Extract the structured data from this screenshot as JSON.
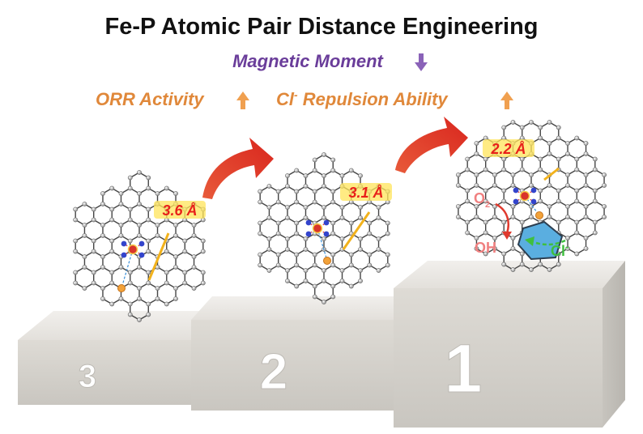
{
  "title": "Fe-P Atomic Pair Distance Engineering",
  "magnetic_moment": {
    "label": "Magnetic Moment",
    "trend": "down",
    "color": "#6a3d9a"
  },
  "orr_activity": {
    "label": "ORR Activity",
    "trend": "up",
    "color": "#e0883a"
  },
  "cl_repulsion": {
    "label_prefix": "Cl",
    "label_sup": "-",
    "label_rest": " Repulsion Ability",
    "trend": "up",
    "color": "#e0883a"
  },
  "podium": [
    {
      "rank": "3",
      "distance": "3.6 Å"
    },
    {
      "rank": "2",
      "distance": "3.1 Å"
    },
    {
      "rank": "1",
      "distance": "2.2 Å"
    }
  ],
  "first_place": {
    "o2_main": "O",
    "o2_sub": "2",
    "oh": "OH",
    "cl_main": "Cl",
    "cl_sup": "-"
  },
  "colors": {
    "arrow": "#e03a2e",
    "distance_text": "#e8201a",
    "distance_highlight": "#ffe45a",
    "fe": "#d9342b",
    "p": "#f2a23a",
    "n": "#3344cc",
    "c": "#8a8a8a",
    "podium_front": "#d9d6d0",
    "podium_top": "#eceae6",
    "shield": "#5aaee0",
    "cl_green": "#3fbf3f"
  }
}
